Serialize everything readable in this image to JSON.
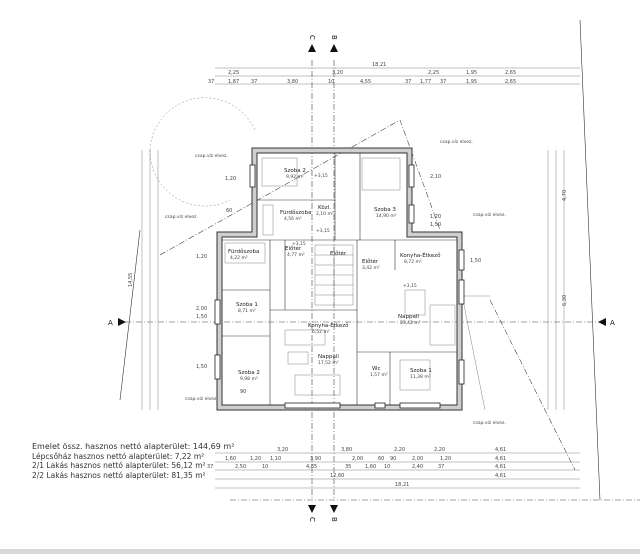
{
  "sections": {
    "c": "C",
    "b": "B",
    "a": "A"
  },
  "top_dims": {
    "total": "18,21",
    "row1": [
      "2,25",
      "3,20",
      "2,25",
      "1,95",
      "2,65"
    ],
    "row2": [
      "37",
      "1,87",
      "37",
      "3,80",
      "10",
      "4,55",
      "37",
      "1,77",
      "37",
      "1,95",
      "2,65"
    ]
  },
  "bottom_dims": {
    "row1": [
      "3,20",
      "3,80",
      "2,20",
      "2,20",
      "4,61"
    ],
    "row2": [
      "1,60",
      "1,20",
      "1,10",
      "3,90",
      "2,00",
      "60",
      "90",
      "2,00",
      "1,20",
      "4,61"
    ],
    "row3": [
      "37",
      "2,50",
      "10",
      "4,85",
      "35",
      "1,60",
      "10",
      "2,40",
      "37",
      "4,61"
    ],
    "row4": [
      "12,60",
      "4,61"
    ],
    "total": "18,21"
  },
  "side_dims": {
    "left": [
      "14,55",
      "1,20",
      "60",
      "1,20",
      "2,00",
      "1,50",
      "1,50",
      "90"
    ],
    "right": [
      "4,70",
      "6,30",
      "2,10",
      "1,20",
      "1,50",
      "1,50"
    ]
  },
  "rooms": [
    {
      "name": "Szoba 2",
      "area": "9,92 m²"
    },
    {
      "name": "Szoba 3",
      "area": "14,90 m²"
    },
    {
      "name": "Fürdőszoba",
      "area": "4,56 m²"
    },
    {
      "name": "Közl.",
      "area": "2,10 m²"
    },
    {
      "name": "Fürdőszoba",
      "area": "4,22 m²"
    },
    {
      "name": "Előtér",
      "area": "4,77 m²"
    },
    {
      "name": "Előtér",
      "area": ""
    },
    {
      "name": "Előtér",
      "area": "3,42 m²"
    },
    {
      "name": "Konyha-Étkező",
      "area": "8,72 m²"
    },
    {
      "name": "Szoba 1",
      "area": "8,71 m²"
    },
    {
      "name": "Konyha-Étkező",
      "area": "6,52 m²"
    },
    {
      "name": "Nappali",
      "area": "23,42 m²"
    },
    {
      "name": "Szoba 2",
      "area": "9,98 m²"
    },
    {
      "name": "Nappali",
      "area": "17,52 m²"
    },
    {
      "name": "Wc",
      "area": "1,57 m²"
    },
    {
      "name": "Szoba 1",
      "area": "11,38 m²"
    }
  ],
  "levels": [
    "+3,15",
    "+3,15",
    "+3,15",
    "+3,15"
  ],
  "notes": [
    "csap.víz elvez.",
    "csap.víz elvez.",
    "csap.víz elvez.",
    "csap.víz elvez.",
    "csap.víz elvez.",
    "csap.víz elvez."
  ],
  "summary": [
    "Emelet össz. hasznos nettó alapterület:  144,69 m²",
    "Lépcsőház hasznos nettó alapterület: 7,22 m²",
    "2/1 Lakás hasznos nettó alapterület: 56,12 m²",
    "2/2 Lakás hasznos nettó alapterület: 81,35 m²"
  ]
}
